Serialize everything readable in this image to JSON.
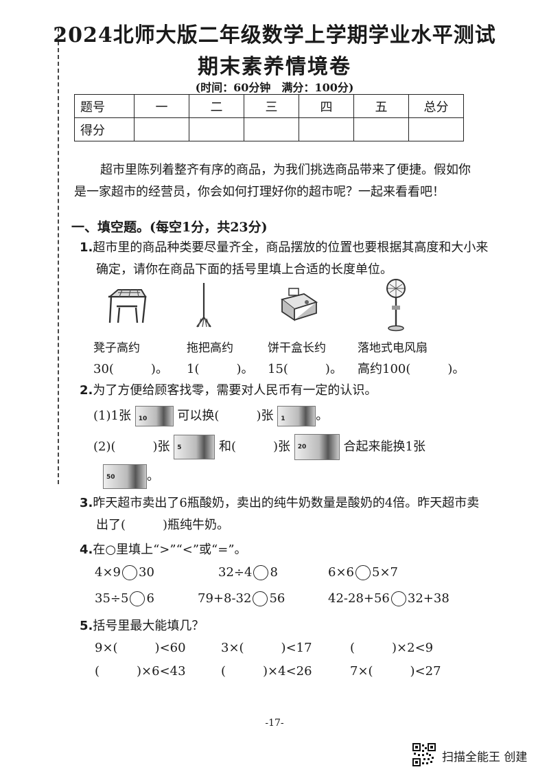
{
  "header": {
    "title": "2024北师大版二年级数学上学期学业水平测试",
    "subtitle": "期末素养情境卷",
    "time_info": "(时间：60分钟　满分：100分)"
  },
  "score_table": {
    "row1": [
      "题号",
      "一",
      "二",
      "三",
      "四",
      "五",
      "总分"
    ],
    "row2_head": "得分"
  },
  "intro": "超市里陈列着整齐有序的商品，为我们挑选商品带来了便捷。假如你是一家超市的经营员，你会如何打理好你的超市呢？一起来看看吧！",
  "section1": {
    "heading": "一、填空题。(每空1分，共23分)",
    "q1": {
      "num": "1.",
      "text": "超市里的商品种类要尽量齐全，商品摆放的位置也要根据其高度和大小来确定，请你在商品下面的括号里填上合适的长度单位。",
      "items": [
        {
          "label": "凳子高约",
          "answer": "30(　　　)。"
        },
        {
          "label": "拖把高约",
          "answer": "1(　　　)。"
        },
        {
          "label": "饼干盒长约",
          "answer": "15(　　　)。"
        },
        {
          "label": "落地式电风扇",
          "answer": "高约100(　　　)。"
        }
      ]
    },
    "q2": {
      "num": "2.",
      "text": "为了方便给顾客找零，需要对人民币有一定的认识。",
      "p1_a": "(1)1张",
      "p1_b": "可以换(　　　)张",
      "p1_c": "。",
      "p2_a": "(2)(　　　)张",
      "p2_b": "和(　　　)张",
      "p2_c": "合起来能换1张",
      "p2_d": "。",
      "notes": [
        "10",
        "1",
        "5",
        "20",
        "50"
      ]
    },
    "q3": {
      "num": "3.",
      "text": "昨天超市卖出了6瓶酸奶，卖出的纯牛奶数量是酸奶的4倍。昨天超市卖出了(　　　)瓶纯牛奶。"
    },
    "q4": {
      "num": "4.",
      "text": "在○里填上“>”“<”或“=”。",
      "rows": [
        [
          [
            "4×9",
            "30"
          ],
          [
            "32÷4",
            "8"
          ],
          [
            "6×6",
            "5×7"
          ]
        ],
        [
          [
            "35÷5",
            "6"
          ],
          [
            "79+8-32",
            "56"
          ],
          [
            "42-28+56",
            "32+38"
          ]
        ]
      ]
    },
    "q5": {
      "num": "5.",
      "text": "括号里最大能填几？",
      "rows": [
        [
          "9×(　　　)<60",
          "3×(　　　)<17",
          "(　　　)×2<9"
        ],
        [
          "(　　　)×6<43",
          "(　　　)×4<26",
          "7×(　　　)<27"
        ]
      ]
    }
  },
  "footer": {
    "page_number": "-17-",
    "brand": "扫描全能王 创建"
  }
}
